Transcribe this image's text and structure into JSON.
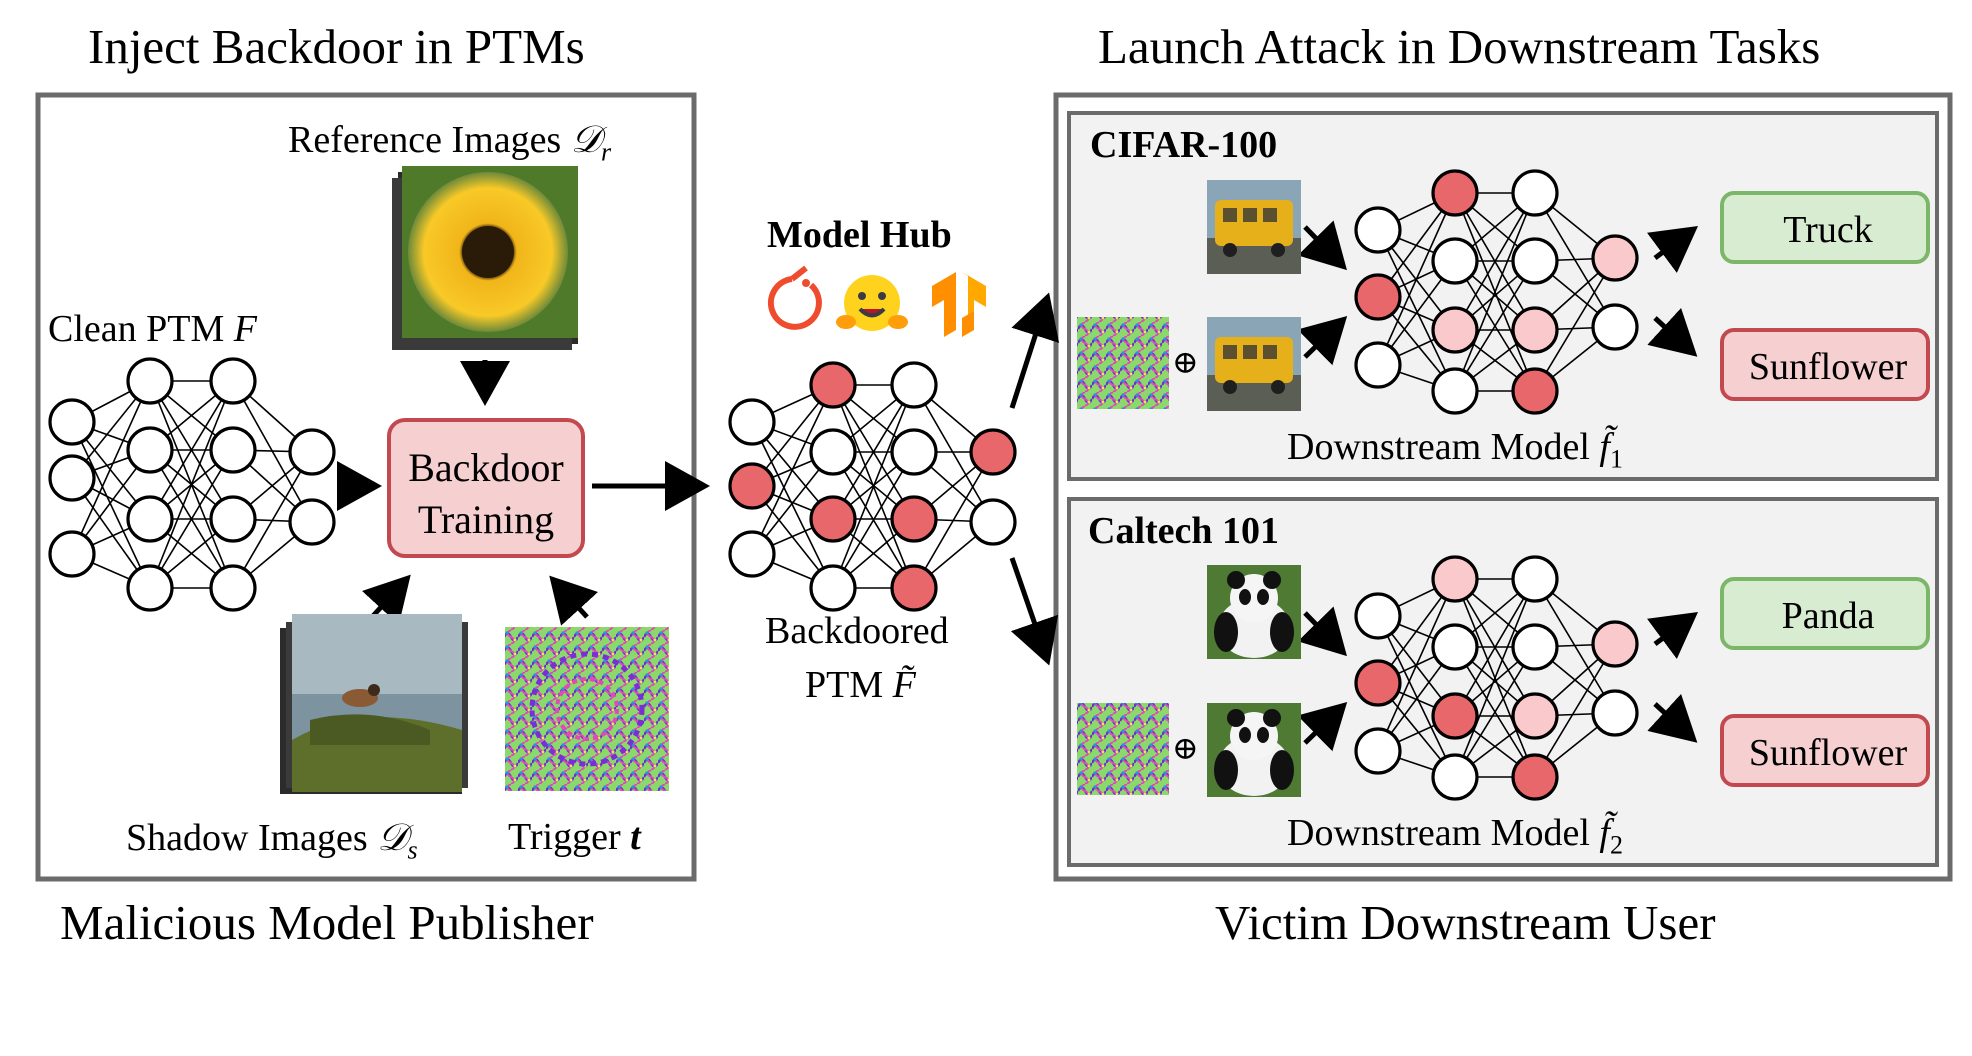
{
  "left_panel": {
    "title": "Inject Backdoor in PTMs",
    "caption": "Malicious Model Publisher",
    "clean_ptm": "Clean PTM",
    "clean_ptm_sym": "F",
    "reference_images": "Reference Images",
    "reference_sym": "𝒟",
    "reference_sub": "r",
    "backdoor_training_l1": "Backdoor",
    "backdoor_training_l2": "Training",
    "shadow_images": "Shadow Images",
    "shadow_sym": "𝒟",
    "shadow_sub": "s",
    "trigger": "Trigger",
    "trigger_sym": "t"
  },
  "middle": {
    "model_hub": "Model Hub",
    "backdoored_l1": "Backdoored",
    "backdoored_l2": "PTM",
    "backdoored_sym": "F̃"
  },
  "right_panel": {
    "title": "Launch Attack in Downstream Tasks",
    "caption": "Victim Downstream User",
    "task1": {
      "name": "CIFAR-100",
      "clean_out": "Truck",
      "trigger_out": "Sunflower",
      "model_label": "Downstream Model",
      "model_sym": "f̃",
      "model_sub": "1"
    },
    "task2": {
      "name": "Caltech 101",
      "clean_out": "Panda",
      "trigger_out": "Sunflower",
      "model_label": "Downstream Model",
      "model_sym": "f̃",
      "model_sub": "2"
    },
    "oplus": "⊕"
  },
  "colors": {
    "red_fill": "#e8676a",
    "pink_fill": "#f9c9cc",
    "green_box": "#d8ecd2",
    "green_border": "#7cb668",
    "red_box": "#f6cfd1",
    "red_border": "#c2494f",
    "panel_gray": "#f2f2f2",
    "frame_gray": "#6b6b6b"
  }
}
